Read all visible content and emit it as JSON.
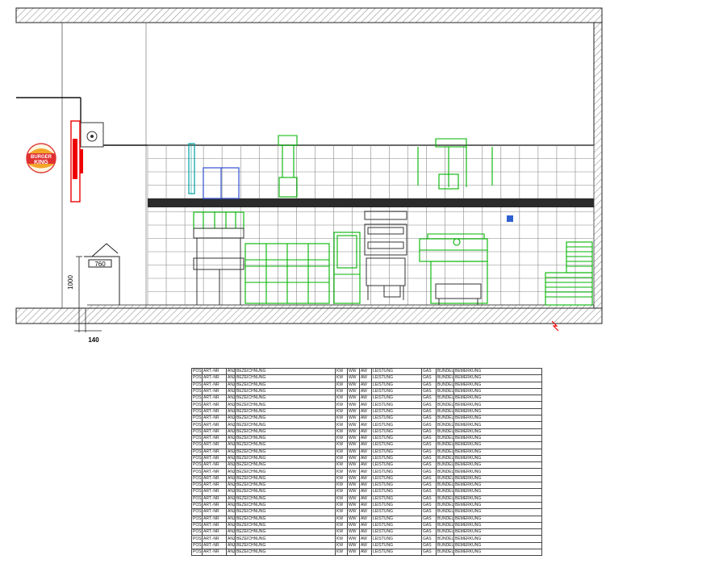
{
  "dimensions": {
    "width_label": "760",
    "height_label": "1000",
    "offset_label": "140"
  },
  "logo": {
    "line1": "BURGER",
    "line2": "KING"
  },
  "schedule": {
    "columns": [
      "POS",
      "ART.-NR",
      "ANZ",
      "BEZEICHNUNG",
      "KW",
      "WW",
      "AW",
      "LEISTUNG",
      "GAS",
      "BÜNDEL",
      "BEMERKUNG"
    ],
    "row_count": 28
  },
  "colors": {
    "equipment": "#00b400",
    "hood": "#00a0a0",
    "fire_extinguisher": "#ff0000",
    "panel": "#3050d0",
    "lines": "#000000"
  }
}
